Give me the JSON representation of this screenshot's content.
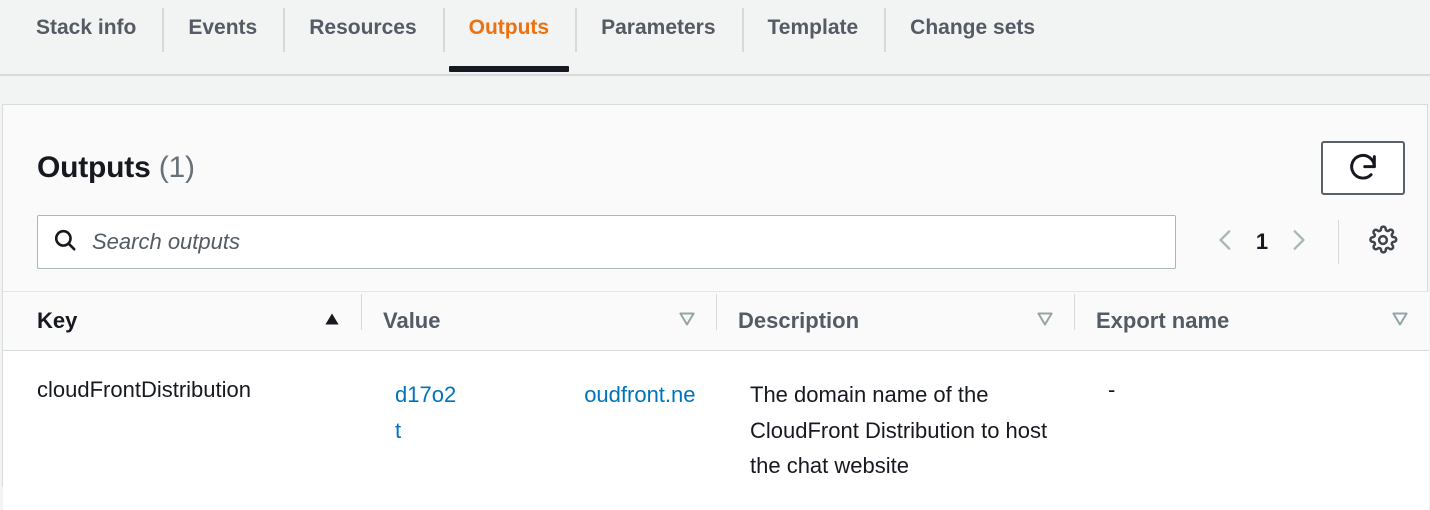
{
  "tabs": [
    {
      "label": "Stack info",
      "active": false
    },
    {
      "label": "Events",
      "active": false
    },
    {
      "label": "Resources",
      "active": false
    },
    {
      "label": "Outputs",
      "active": true
    },
    {
      "label": "Parameters",
      "active": false
    },
    {
      "label": "Template",
      "active": false
    },
    {
      "label": "Change sets",
      "active": false
    }
  ],
  "panel": {
    "title": "Outputs",
    "count": "(1)",
    "refresh_icon": "refresh-icon"
  },
  "search": {
    "icon": "search-icon",
    "placeholder": "Search outputs",
    "value": ""
  },
  "pagination": {
    "prev_icon": "chevron-left-icon",
    "page": "1",
    "next_icon": "chevron-right-icon",
    "settings_icon": "gear-icon"
  },
  "table": {
    "columns": [
      {
        "label": "Key",
        "sort": "ascending",
        "sort_icon": "triangle-up-filled-icon"
      },
      {
        "label": "Value",
        "sort": "none",
        "sort_icon": "triangle-down-outline-icon"
      },
      {
        "label": "Description",
        "sort": "none",
        "sort_icon": "triangle-down-outline-icon"
      },
      {
        "label": "Export name",
        "sort": "none",
        "sort_icon": "triangle-down-outline-icon"
      }
    ],
    "rows": [
      {
        "key": "cloudFrontDistribution",
        "value_prefix": "d17o2",
        "value_suffix": "oudfront.net",
        "description": "The domain name of the CloudFront Distribution to host the chat website",
        "export_name": "-"
      }
    ]
  },
  "colors": {
    "accent": "#ec7211",
    "link": "#0073bb",
    "text": "#16191f",
    "muted": "#545b64",
    "page_bg": "#f2f3f3",
    "card_bg": "#fafafa",
    "row_bg": "#ffffff",
    "border": "#d5dbdb"
  }
}
